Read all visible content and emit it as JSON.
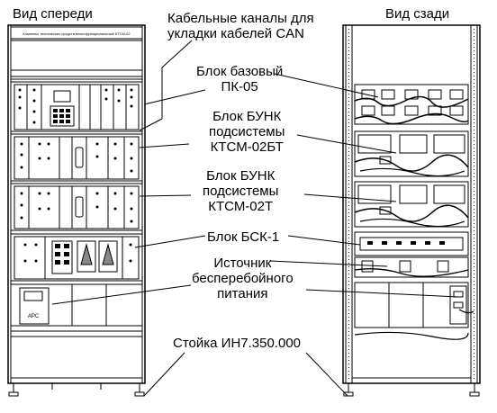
{
  "views": {
    "front": "Вид спереди",
    "back": "Вид сзади"
  },
  "callouts": {
    "can_channels": [
      "Кабельные каналы для",
      "укладки кабелей CAN"
    ],
    "pk05": [
      "Блок базовый",
      "ПК-05"
    ],
    "bunk_02bt": [
      "Блок БУНК",
      "подсистемы",
      "КТСМ-02БТ"
    ],
    "bunk_02t": [
      "Блок БУНК",
      "подсистемы",
      "КТСМ-02Т"
    ],
    "bsk1": "Блок БСК-1",
    "ups": [
      "Источник",
      "бесперебойного",
      "питания"
    ],
    "rack": "Стойка ИН7.350.000"
  },
  "front_panel": {
    "top_plate_text": "Комплекс технических средств многофункциональный КТСМ-02",
    "ups_brand": "APC"
  },
  "colors": {
    "line": "#000000",
    "background": "#ffffff"
  }
}
